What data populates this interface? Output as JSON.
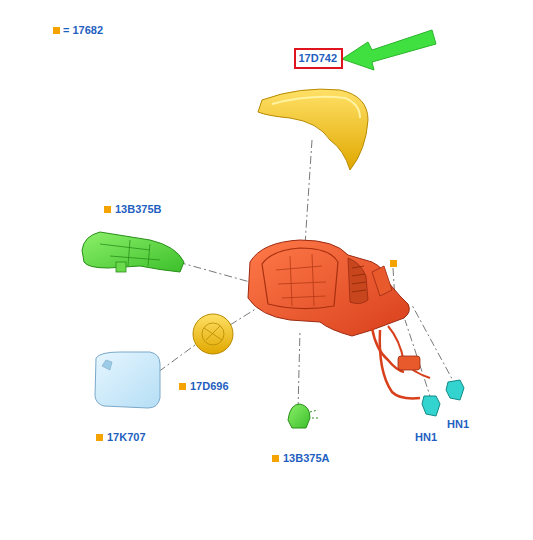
{
  "diagram": {
    "nodes": [
      {
        "text": [
          "17D742"
        ]
      }
    ],
    "edges": [],
    "labels": [
      "13B375B",
      "17D696",
      "17K707",
      "13B375A",
      "HN1",
      "HN1"
    ],
    "legend": [
      {
        "text": "= 17682",
        "color": "#f5a300"
      }
    ]
  }
}
